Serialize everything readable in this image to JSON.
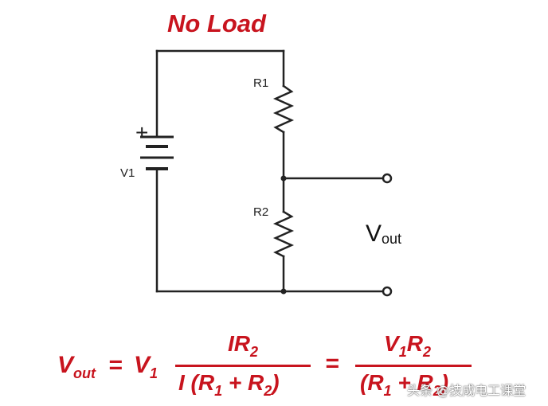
{
  "title": "No Load",
  "components": {
    "battery": {
      "label": "V1",
      "polarity": "+"
    },
    "resistor_top": {
      "label": "R1"
    },
    "resistor_bottom": {
      "label": "R2"
    }
  },
  "output": {
    "symbol": "V",
    "subscript": "out"
  },
  "equation": {
    "lhs": {
      "symbol": "V",
      "subscript": "out"
    },
    "equals_1": "=",
    "factor": {
      "symbol": "V",
      "subscript": "1"
    },
    "fraction_1": {
      "numerator": {
        "symbol": "IR",
        "subscript": "2"
      },
      "denominator": {
        "prefix": "I (R",
        "sub_a": "1",
        "middle": " + R",
        "sub_b": "2",
        "suffix": ")"
      }
    },
    "equals_2": "=",
    "fraction_2": {
      "numerator": {
        "symbol_a": "V",
        "sub_a": "1",
        "symbol_b": "R",
        "sub_b": "2"
      },
      "denominator": {
        "prefix": "(R",
        "sub_a": "1",
        "middle": " + R",
        "sub_b": "2",
        "suffix": ")"
      }
    }
  },
  "watermark": "头条 @技成电工课堂",
  "colors": {
    "accent": "#c8141e",
    "wire": "#222222",
    "background": "#ffffff"
  }
}
